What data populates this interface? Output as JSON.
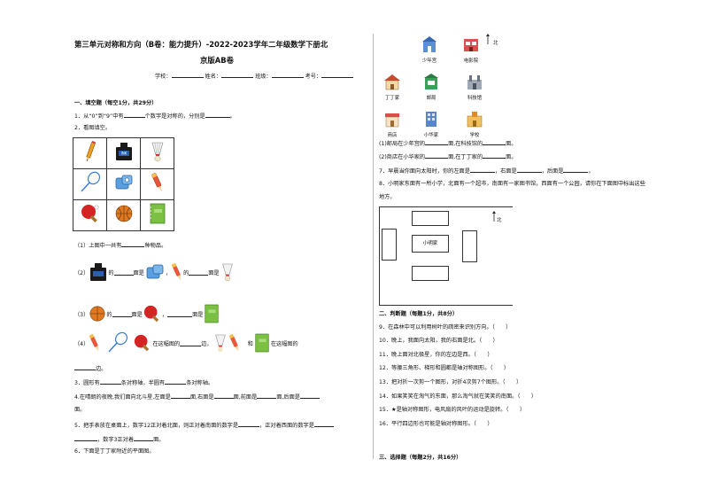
{
  "header": {
    "title_line1": "第三单元对称和方向（B卷：能力提升）-2022-2023学年二年级数学下册北",
    "title_line2": "京版AB卷",
    "school_label": "学校：",
    "name_label": "姓名：",
    "class_label": "班级：",
    "exam_no_label": "考号："
  },
  "section1": {
    "heading": "一、填空题（每空1分，共29分）",
    "q1": {
      "prefix": "1．从“0”到“9”中有",
      "middle": "个数字是对称的，分别是",
      "suffix": "。"
    },
    "q2": "2．看图填空。",
    "grid_items": [
      [
        "pencil-icon",
        "ink-bottle-icon",
        "shuttlecock-icon"
      ],
      [
        "badminton-racket-icon",
        "pencil-sharpener-icon",
        "pen-icon"
      ],
      [
        "ping-pong-paddle-icon",
        "basketball-icon",
        "notebook-icon"
      ]
    ],
    "sub1": {
      "prefix": "（1）上图中一共有",
      "suffix": "种物品。"
    },
    "sub2": {
      "label": "（2）",
      "a": "的",
      "b": "面是",
      "c": "，",
      "d": "的",
      "e": "面是"
    },
    "sub3": {
      "label": "（3）",
      "a": "的",
      "b": "面是",
      "c": "，",
      "d": "面是"
    },
    "sub4": {
      "label": "（4）",
      "a": "在这幅图的",
      "b": "边，",
      "c": "和",
      "d": "在这幅图的",
      "e": "边。"
    },
    "q3": {
      "prefix": "3．圆形有",
      "middle": "条对称轴，半圆有",
      "suffix": "条对称轴。"
    },
    "q4": {
      "text": "4.在晴朗的夜晚,我们面向北斗星,左面是",
      "a": "面,右面是",
      "b": "面,前面是",
      "c": "面,后面是",
      "d": "面。"
    },
    "q5": {
      "line1": "5．把手表放在桌面上，数字12正对着北面，则正对着南面的数字是",
      "mid1": "，正对着西面的数字是",
      "line2_suffix": "，数字3正对着",
      "end": "面。"
    },
    "q6": "6．下面是丁丁家附近的平面图。"
  },
  "map_icons": [
    {
      "name": "少年宫",
      "icon": "youth-palace-icon"
    },
    {
      "name": "电影院",
      "icon": "cinema-icon"
    },
    {
      "name": "丁丁家",
      "icon": "dingding-home-icon"
    },
    {
      "name": "邮局",
      "icon": "post-office-icon"
    },
    {
      "name": "科技馆",
      "icon": "science-museum-icon"
    },
    {
      "name": "商店",
      "icon": "shop-icon"
    },
    {
      "name": "小华家",
      "icon": "xiaohua-home-icon"
    },
    {
      "name": "学校",
      "icon": "school-icon"
    }
  ],
  "north_label": "北",
  "q6_sub1": {
    "a": "(1)邮局在少年宫的",
    "b": "面,在科技馆的",
    "c": "面。"
  },
  "q6_sub2": {
    "a": "(2)商店在小华家的",
    "b": "面,在丁丁家的",
    "c": "面。"
  },
  "q7": {
    "a": "7．早晨当你面向太阳时，你的左面是",
    "b": "，右面是",
    "c": "，后面是",
    "d": "。"
  },
  "q8": {
    "line1": "8．小明家东面有一所小学，北面有一个超市，南面有一家图书馆，西面有一个公园，请你在下面图中标出这些",
    "line2": "地方。"
  },
  "q8_map": {
    "center_label": "小明家",
    "north_label": "北"
  },
  "section2": {
    "heading": "二、判断题（每题1分，共8分）",
    "items": [
      "9．在森林中可以利用树叶的疏密来识别方向。（　　）",
      "10．晚上，我面向太阳，我的右面是北。（　　）",
      "11．晚上面对北极星，你的左边是西。（　　）",
      "12．等腰三角形、梯形和圆都是轴对称图形。（　　）",
      "13．把对折一次剪一个图形，对折4次剪7个图形。（　　）",
      "14．如果笑笑在淘气的东面，那么淘气就在笑笑的南面。（　　）",
      "15．★是轴对称图形，电风扇的风叶的运动是旋转。（　　）",
      "16．平行四边形也可能是轴对称图形。（　　）"
    ]
  },
  "section3": {
    "heading": "三、选择题（每题2分，共16分）"
  },
  "colors": {
    "line": "#333333",
    "divider": "#bbbbbb"
  }
}
